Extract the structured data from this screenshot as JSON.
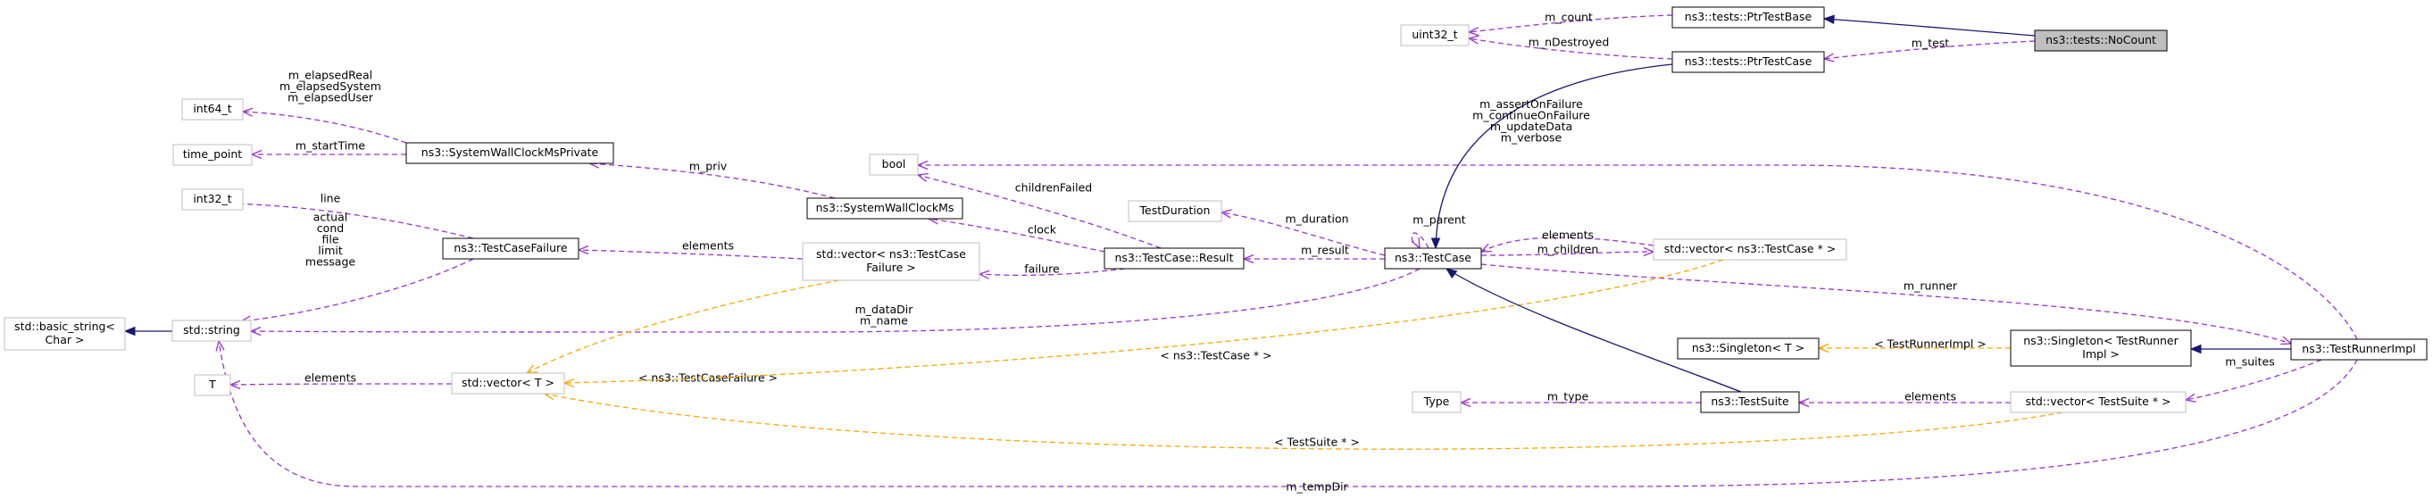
{
  "nodes": {
    "nocount": "ns3::tests::NoCount",
    "ptrtestbase": "ns3::tests::PtrTestBase",
    "ptrtestcase": "ns3::tests::PtrTestCase",
    "uint32": "uint32_t",
    "testcase": "ns3::TestCase",
    "bool": "bool",
    "testduration": "TestDuration",
    "result": "ns3::TestCase::Result",
    "vec_testcaseptr": "std::vector< ns3::TestCase * >",
    "systemwallclockms": "ns3::SystemWallClockMs",
    "vec_failure": [
      "std::vector< ns3::TestCase",
      "Failure >"
    ],
    "testcasefailure": "ns3::TestCaseFailure",
    "int32": "int32_t",
    "swcmsprivate": "ns3::SystemWallClockMsPrivate",
    "int64": "int64_t",
    "timepoint": "time_point",
    "stdstring": "std::string",
    "basicstring": [
      "std::basic_string<",
      "Char >"
    ],
    "vec_t": "std::vector< T >",
    "t": "T",
    "type": "Type",
    "testsuite": "ns3::TestSuite",
    "vec_testsuite": "std::vector< TestSuite * >",
    "singleton_t": "ns3::Singleton< T >",
    "singleton_runner": [
      "ns3::Singleton< TestRunner",
      "Impl >"
    ],
    "testrunnerimpl": "ns3::TestRunnerImpl"
  },
  "edges": {
    "m_count": "m_count",
    "m_nDestroyed": "m_nDestroyed",
    "m_test": "m_test",
    "bool_members": [
      "m_assertOnFailure",
      "m_continueOnFailure",
      "m_updateData",
      "m_verbose"
    ],
    "m_parent": "m_parent",
    "m_duration": "m_duration",
    "m_result": "m_result",
    "elements_tc": "elements",
    "m_children": "m_children",
    "m_runner": "m_runner",
    "childrenFailed": "childrenFailed",
    "clock": "clock",
    "failure": "failure",
    "m_priv": "m_priv",
    "elements_fail": "elements",
    "line": "line",
    "failure_strings": [
      "actual",
      "cond",
      "file",
      "limit",
      "message"
    ],
    "elapsed": [
      "m_elapsedReal",
      "m_elapsedSystem",
      "m_elapsedUser"
    ],
    "m_startTime": "m_startTime",
    "data_name": [
      "m_dataDir",
      "m_name"
    ],
    "tpl_failure": "< ns3::TestCaseFailure >",
    "tpl_testcase": "< ns3::TestCase * >",
    "tpl_testsuite": "< TestSuite * >",
    "elements_t": "elements",
    "m_type": "m_type",
    "elements_suite": "elements",
    "m_suites": "m_suites",
    "tpl_runner": "< TestRunnerImpl >",
    "m_tempDir": "m_tempDir"
  }
}
